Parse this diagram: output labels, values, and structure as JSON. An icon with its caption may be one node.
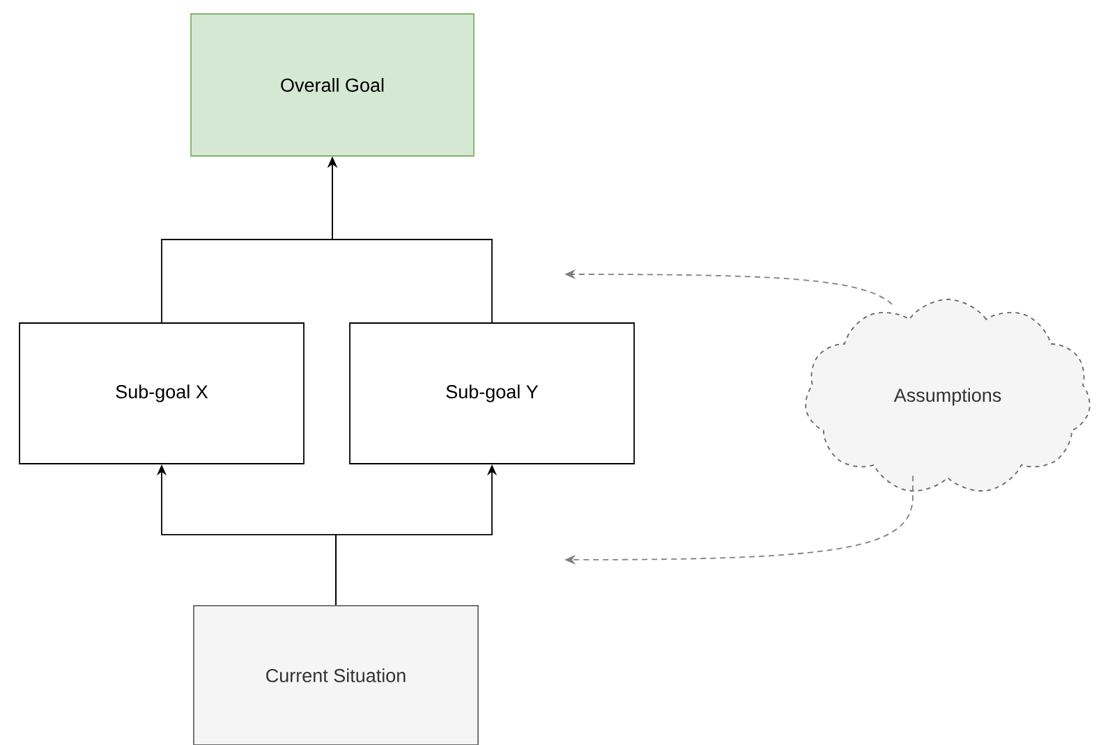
{
  "diagram": {
    "nodes": [
      {
        "text": [
          "Overall Goal"
        ]
      },
      {
        "text": [
          "Sub-goal X"
        ]
      },
      {
        "text": [
          "Sub-goal Y"
        ]
      },
      {
        "text": [
          "Current Situation"
        ]
      },
      {
        "text": [
          "Assumptions"
        ]
      }
    ],
    "edges": [
      {
        "from": 1,
        "to": 0,
        "arrow": "to"
      },
      {
        "from": 2,
        "to": 0,
        "arrow": "to"
      },
      {
        "from": 3,
        "to": 1,
        "arrow": "to"
      },
      {
        "from": 3,
        "to": 2,
        "arrow": "to"
      },
      {
        "from": 4,
        "to": null,
        "arrow": "to",
        "style": "dashed",
        "color": "#808080"
      },
      {
        "from": 4,
        "to": null,
        "arrow": "to",
        "style": "dashed",
        "color": "#808080"
      }
    ]
  }
}
